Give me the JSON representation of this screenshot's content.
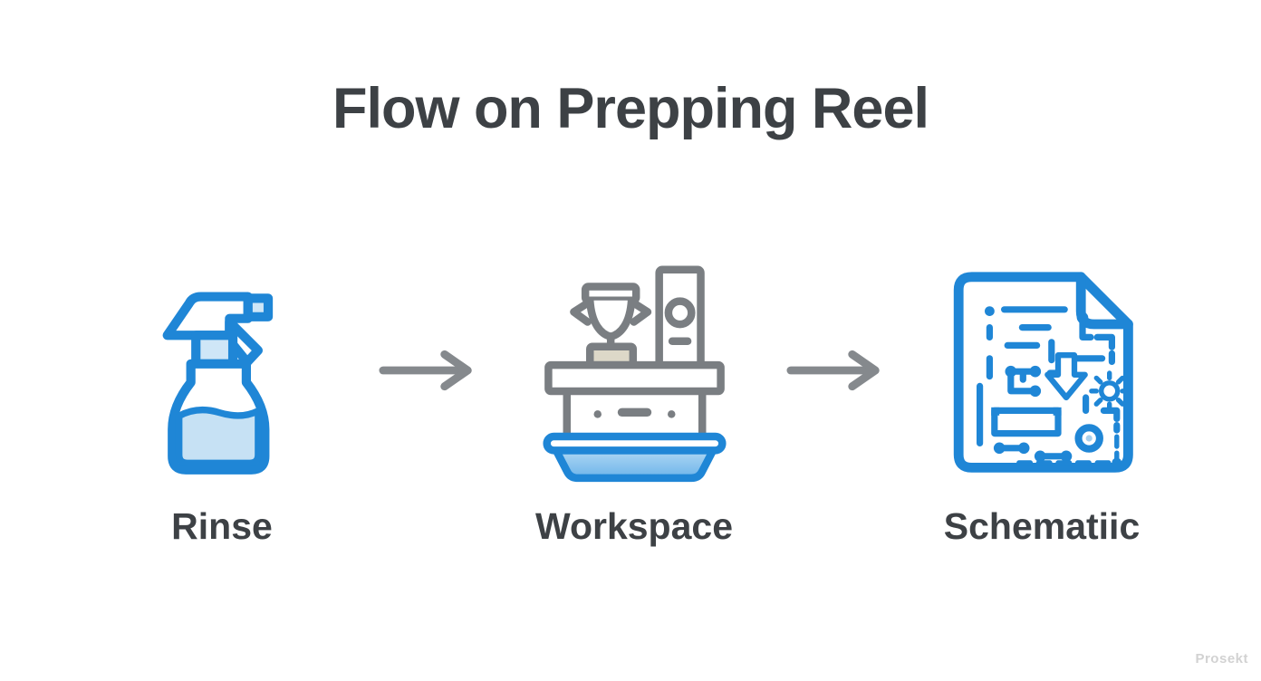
{
  "title": {
    "text": "Flow on Prepping Reel"
  },
  "steps": [
    {
      "id": "rinse",
      "label": "Rinse",
      "icon": "spray-bottle-icon"
    },
    {
      "id": "workspace",
      "label": "Workspace",
      "icon": "workbench-icon"
    },
    {
      "id": "schematic",
      "label": "Schematiic",
      "icon": "schematic-document-icon"
    }
  ],
  "arrows": [
    {
      "direction": "right"
    },
    {
      "direction": "right"
    }
  ],
  "watermark": {
    "text": "Prosekt"
  },
  "colors": {
    "accent_blue": "#1f86d6",
    "light_blue_fill": "#c9e2f5",
    "basin_fill_top": "#aed7f3",
    "basin_fill_bottom": "#6db4ea",
    "icon_gray": "#7a7e82",
    "arrow_gray": "#85898d",
    "trophy_base_beige": "#ddd8c8",
    "text_dark": "#3d4145",
    "watermark_gray": "#d2d2d2",
    "background": "#ffffff"
  }
}
